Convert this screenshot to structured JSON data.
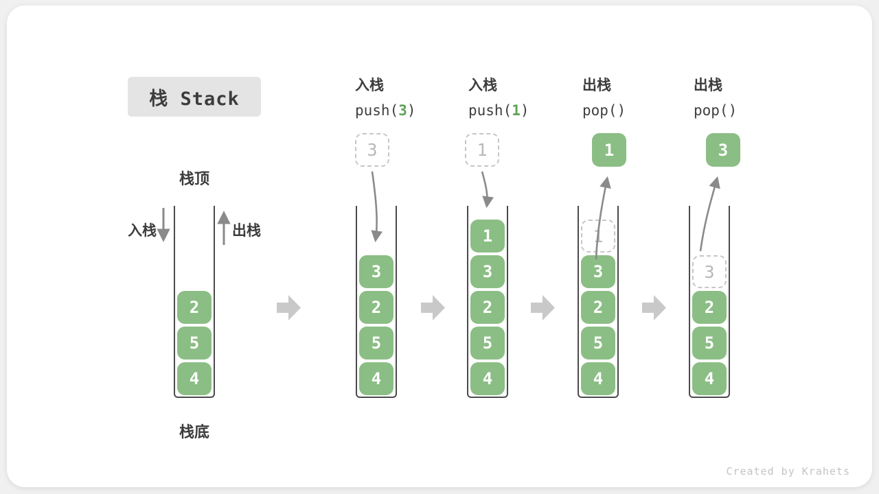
{
  "title": "栈 Stack",
  "watermark": "Created by Krahets",
  "stack_anatomy": {
    "top_label": "栈顶",
    "bottom_label": "栈底",
    "push_label": "入栈",
    "pop_label": "出栈"
  },
  "operations": [
    {
      "label": "入栈",
      "code_pre": "push(",
      "code_arg": "3",
      "code_post": ")"
    },
    {
      "label": "入栈",
      "code_pre": "push(",
      "code_arg": "1",
      "code_post": ")"
    },
    {
      "label": "出栈",
      "code_pre": "pop(",
      "code_arg": "",
      "code_post": ")"
    },
    {
      "label": "出栈",
      "code_pre": "pop(",
      "code_arg": "",
      "code_post": ")"
    }
  ],
  "stacks": [
    {
      "cells_bottom_to_top": [
        {
          "value": "4"
        },
        {
          "value": "5"
        },
        {
          "value": "2"
        }
      ]
    },
    {
      "floating": {
        "value": "3",
        "style": "dashed"
      },
      "cells_bottom_to_top": [
        {
          "value": "4"
        },
        {
          "value": "5"
        },
        {
          "value": "2"
        },
        {
          "value": "3"
        }
      ]
    },
    {
      "floating": {
        "value": "1",
        "style": "dashed"
      },
      "cells_bottom_to_top": [
        {
          "value": "4"
        },
        {
          "value": "5"
        },
        {
          "value": "2"
        },
        {
          "value": "3"
        },
        {
          "value": "1"
        }
      ]
    },
    {
      "floating": {
        "value": "1",
        "style": "solid"
      },
      "cells_bottom_to_top": [
        {
          "value": "4"
        },
        {
          "value": "5"
        },
        {
          "value": "2"
        },
        {
          "value": "3"
        },
        {
          "value": "1",
          "style": "dashed"
        }
      ]
    },
    {
      "floating": {
        "value": "3",
        "style": "solid"
      },
      "cells_bottom_to_top": [
        {
          "value": "4"
        },
        {
          "value": "5"
        },
        {
          "value": "2"
        },
        {
          "value": "3",
          "style": "dashed"
        }
      ]
    }
  ],
  "colors": {
    "block_green": "#8bbe84",
    "code_arg_green": "#5fa356",
    "flow_arrow_gray": "#8a8a8a",
    "transition_arrow_gray": "#c9c9c9",
    "dashed_border": "#c6c6c6",
    "dashed_text": "#b8b8b8",
    "text_dark": "#3c3c3c",
    "title_bg": "#e4e4e4",
    "canvas_bg": "#ffffff",
    "page_bg": "#f0f0f0"
  }
}
